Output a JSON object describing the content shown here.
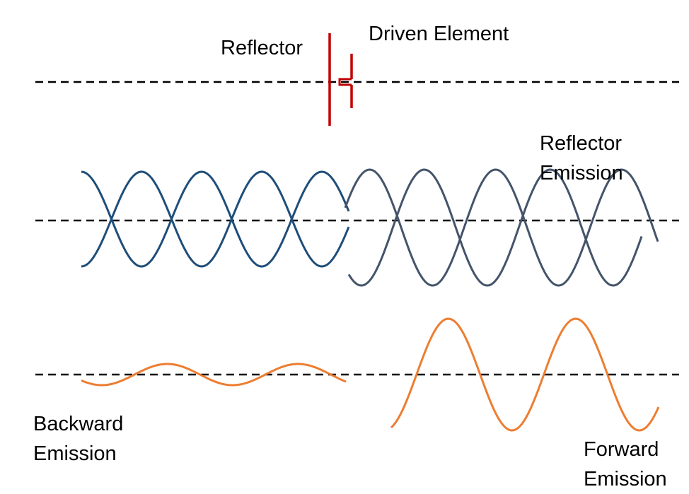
{
  "labels": {
    "reflector": "Reflector",
    "driven_element": "Driven Element",
    "reflector_emission": [
      "Reflector",
      "Emission"
    ],
    "backward_emission": [
      "Backward",
      "Emission"
    ],
    "forward_emission": [
      "Forward",
      "Emission"
    ]
  },
  "colors": {
    "antenna": "#c00000",
    "wave_left": "#1f4e79",
    "wave_right": "#44546a",
    "emission": "#ed7d31",
    "axis": "#000000"
  }
}
